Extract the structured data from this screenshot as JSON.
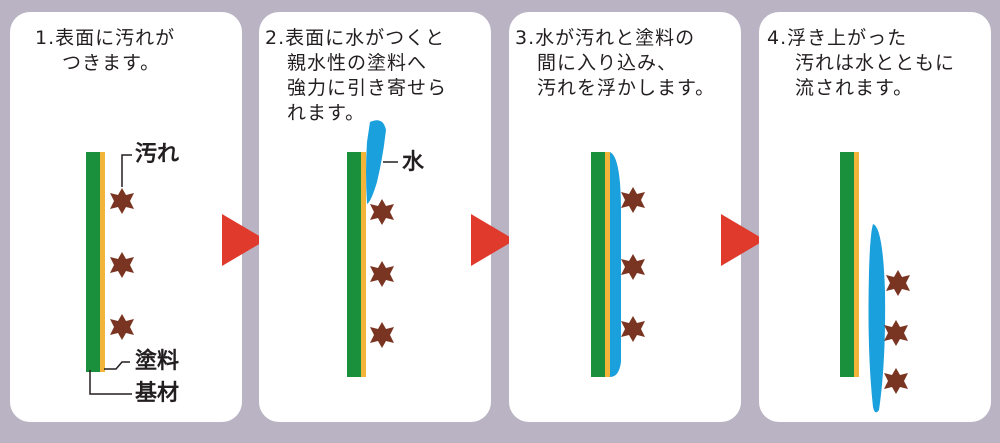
{
  "steps": [
    {
      "step": "1",
      "lines": [
        "1.表面に汚れが",
        "つきます。"
      ]
    },
    {
      "step": "2",
      "lines": [
        "2.表面に水がつくと",
        "親水性の塗料へ",
        "強力に引き寄せら",
        "れます。"
      ]
    },
    {
      "step": "3",
      "lines": [
        "3.水が汚れと塗料の",
        "間に入り込み、",
        "汚れを浮かします。"
      ]
    },
    {
      "step": "4",
      "lines": [
        "4.浮き上がった",
        "汚れは水とともに",
        "流されます。"
      ]
    }
  ],
  "labels": {
    "dirt": "汚れ",
    "water": "水",
    "paint": "塗料",
    "substrate": "基材"
  },
  "colors": {
    "background": "#b9b3c4",
    "panel": "#ffffff",
    "substrate": "#1a8f3c",
    "paint": "#f2b53a",
    "water": "#1aa0dc",
    "dirt": "#7a3522",
    "arrow": "#e03a2d"
  }
}
